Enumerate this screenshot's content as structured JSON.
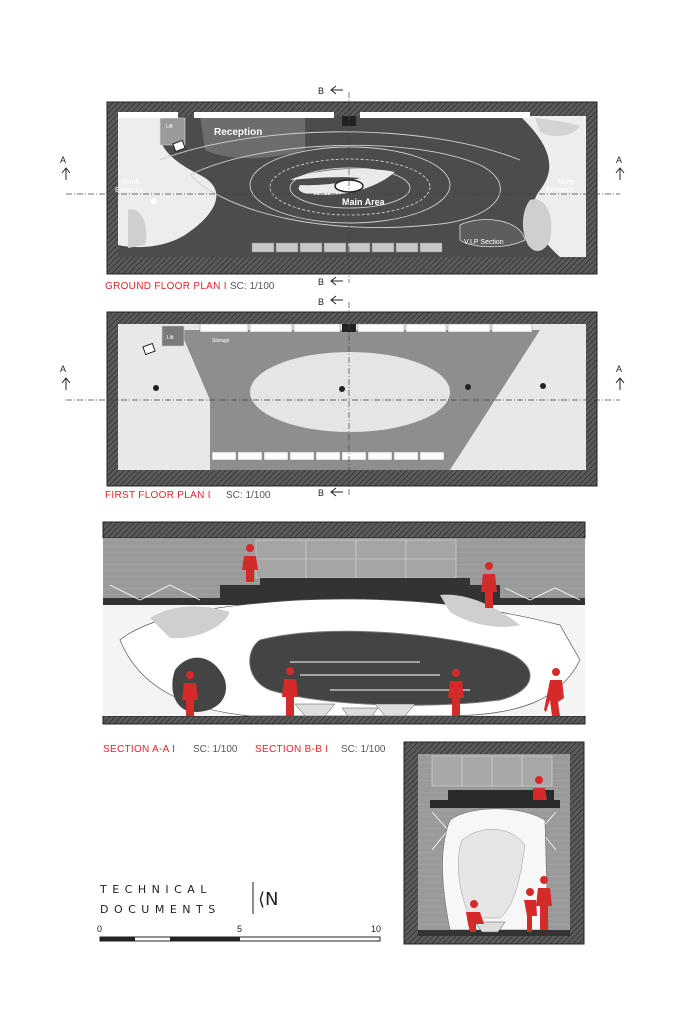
{
  "ground_floor": {
    "reception": "Reception",
    "lift": "Lift",
    "south_entrance_1": "South",
    "south_entrance_2": "Entrance",
    "north_entrance_1": "North",
    "north_entrance_2": "Entrance",
    "main_area": "Main Area",
    "vip_section": "V.I.P Section",
    "title_red": "GROUND FLOOR PLAN I",
    "title_scale": "SC: 1/100"
  },
  "first_floor": {
    "lift": "Lift",
    "storage": "Storage",
    "title_red": "FIRST FLOOR PLAN I",
    "title_scale": "SC: 1/100"
  },
  "section_a": {
    "title_red": "SECTION A-A I",
    "title_scale": "SC: 1/100"
  },
  "section_b": {
    "title_red": "SECTION B-B I",
    "title_scale": "SC: 1/100"
  },
  "markers": {
    "a": "A",
    "b": "B"
  },
  "footer": {
    "line1": "TECHNICAL",
    "line2": "DOCUMENTS",
    "logo": "⟨N",
    "scale_ticks": [
      "0",
      "5",
      "10"
    ]
  },
  "colors": {
    "accent_red": "#e0262a",
    "figure_red": "#c9302c",
    "dark_floor": "#4a4a4a",
    "mid_gray": "#8a8a8a"
  }
}
